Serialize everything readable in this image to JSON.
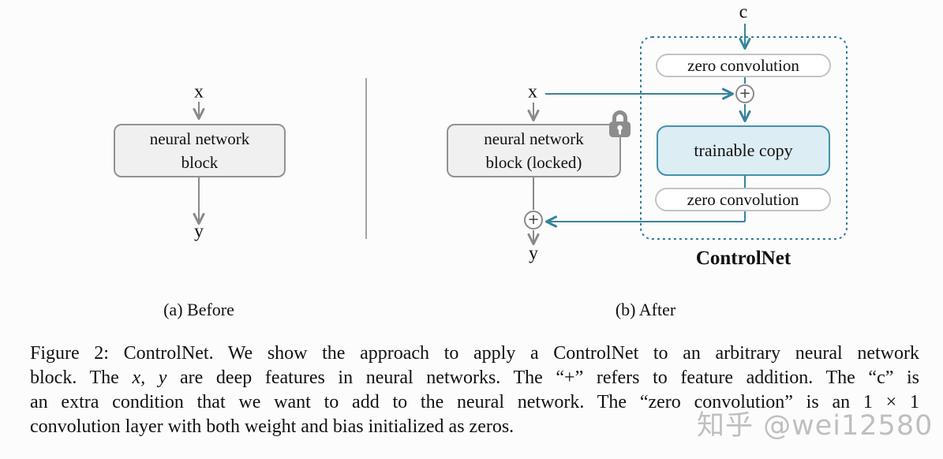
{
  "figure": {
    "panel_a": {
      "caption": "(a) Before",
      "input_label": "x",
      "output_label": "y",
      "block_line1": "neural network",
      "block_line2": "block"
    },
    "panel_b": {
      "caption": "(b) After",
      "input_label": "x",
      "output_label": "y",
      "condition_label": "c",
      "locked_block_line1": "neural network",
      "locked_block_line2": "block (locked)",
      "zero_conv_top": "zero convolution",
      "trainable_copy": "trainable copy",
      "zero_conv_bottom": "zero convolution",
      "add_node_top": "+",
      "add_node_bottom": "+",
      "controlnet_label": "ControlNet",
      "lock_icon": "lock-icon"
    },
    "caption": {
      "line1": "Figure 2: ControlNet. We show the approach to apply a ControlNet to an arbitrary neural network",
      "line2_pre": "block. The ",
      "line2_math": "x, y",
      "line2_post": " are deep features in neural networks. The “+” refers to feature addition. The “c” is",
      "line3": "an extra condition that we want to add to the neural network. The “zero convolution” is an 1 × 1",
      "line4": "convolution layer with both weight and bias initialized as zeros."
    }
  },
  "watermark": "知乎 @wei12580",
  "colors": {
    "teal_line": "#37839b",
    "dashed_border": "#2f7b9c",
    "gray_line": "#8a8a8a",
    "block_fill": "#f0f0f0",
    "block_border": "#919191",
    "pill_fill": "#ffffff",
    "pill_border": "#c3c3c3",
    "trainable_fill": "#dcedf4",
    "trainable_border": "#4590ab",
    "lock_gray": "#8d8d8d",
    "text": "#111111",
    "watermark_gray": "#b5b5b5"
  }
}
